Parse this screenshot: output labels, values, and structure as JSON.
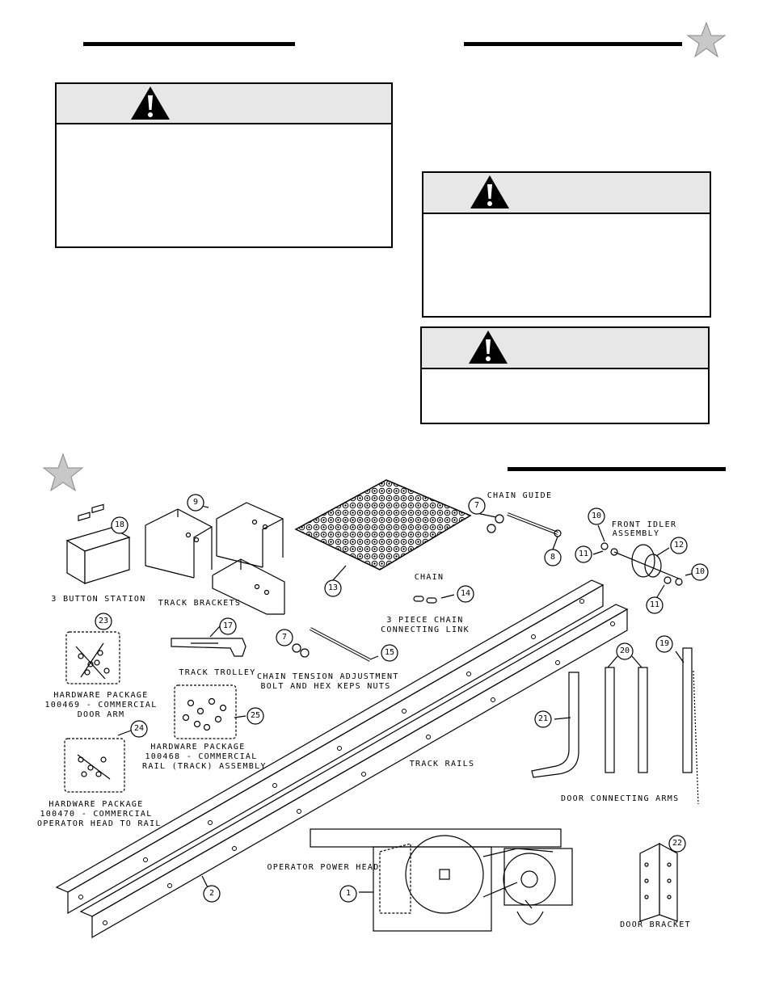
{
  "labels": {
    "button_station": "3 BUTTON STATION",
    "track_brackets": "TRACK BRACKETS",
    "track_trolley": "TRACK TROLLEY",
    "chain_guide": "CHAIN GUIDE",
    "chain": "CHAIN",
    "chain_link_1": "3 PIECE CHAIN",
    "chain_link_2": "CONNECTING LINK",
    "front_idler_1": "FRONT IDLER",
    "front_idler_2": "ASSEMBLY",
    "tension_1": "CHAIN TENSION ADJUSTMENT",
    "tension_2": "BOLT AND HEX KEPS NUTS",
    "hw23_1": "HARDWARE PACKAGE",
    "hw23_2": "100469 - COMMERCIAL",
    "hw23_3": "DOOR ARM",
    "hw25_1": "HARDWARE PACKAGE",
    "hw25_2": "100468 - COMMERCIAL",
    "hw25_3": "RAIL (TRACK) ASSEMBLY",
    "hw24_1": "HARDWARE PACKAGE",
    "hw24_2": "100470 - COMMERCIAL",
    "hw24_3": "OPERATOR HEAD TO RAIL",
    "track_rails": "TRACK RAILS",
    "door_arms": "DOOR CONNECTING ARMS",
    "power_head": "OPERATOR POWER HEAD",
    "door_bracket": "DOOR BRACKET"
  },
  "callouts": {
    "c1": "1",
    "c2": "2",
    "c7a": "7",
    "c7b": "7",
    "c8": "8",
    "c9": "9",
    "c10a": "10",
    "c10b": "10",
    "c11a": "11",
    "c11b": "11",
    "c12": "12",
    "c13": "13",
    "c14": "14",
    "c15": "15",
    "c17": "17",
    "c18": "18",
    "c19": "19",
    "c20": "20",
    "c21": "21",
    "c22": "22",
    "c23": "23",
    "c24": "24",
    "c25": "25"
  },
  "icons": [
    "warning-icon",
    "star-icon"
  ],
  "colors": {
    "warning_header": "#e7e7e7",
    "star": "#c8c8c8"
  }
}
